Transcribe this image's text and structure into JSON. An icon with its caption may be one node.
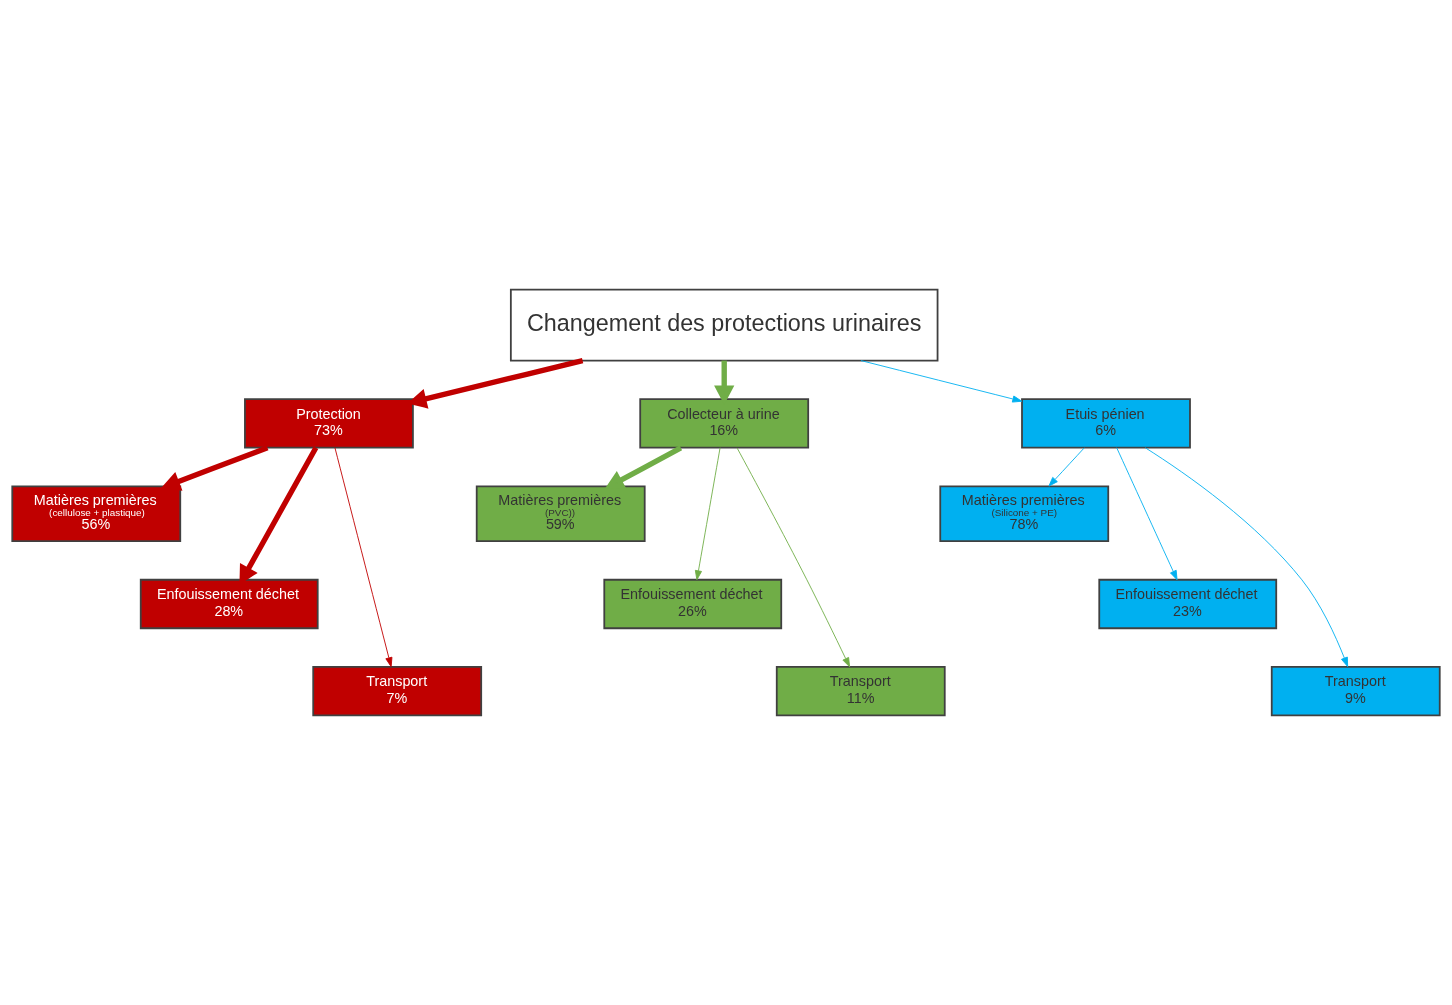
{
  "diagram": {
    "nodes": [
      {
        "text": [
          "Changement des protections urinaires"
        ]
      },
      {
        "text": [
          "Protection",
          "73%"
        ]
      },
      {
        "text": [
          "Collecteur à urine",
          "16%"
        ]
      },
      {
        "text": [
          "Etuis pénien",
          "6%"
        ]
      },
      {
        "text": [
          "Matières premières",
          "(cellulose + plastique)",
          "56%"
        ]
      },
      {
        "text": [
          "Enfouissement déchet",
          "28%"
        ]
      },
      {
        "text": [
          "Transport",
          "7%"
        ]
      },
      {
        "text": [
          "Matières premières",
          "(PVC))",
          "59%"
        ]
      },
      {
        "text": [
          "Enfouissement déchet",
          "26%"
        ]
      },
      {
        "text": [
          "Transport",
          "11%"
        ]
      },
      {
        "text": [
          "Matières premières",
          "(Silicone + PE)",
          "78%"
        ]
      },
      {
        "text": [
          "Enfouissement déchet",
          "23%"
        ]
      },
      {
        "text": [
          "Transport",
          "9%"
        ]
      }
    ],
    "edges": [
      {
        "from": 0,
        "to": 1,
        "arrow": "to",
        "style": "thick",
        "color": "#c00000"
      },
      {
        "from": 0,
        "to": 2,
        "arrow": "to",
        "style": "thick",
        "color": "#70ad47"
      },
      {
        "from": 0,
        "to": 3,
        "arrow": "to",
        "color": "#00b0f0"
      },
      {
        "from": 1,
        "to": 4,
        "arrow": "to",
        "style": "thick",
        "color": "#c00000"
      },
      {
        "from": 1,
        "to": 5,
        "arrow": "to",
        "style": "thick",
        "color": "#c00000"
      },
      {
        "from": 1,
        "to": 6,
        "arrow": "to",
        "color": "#c00000"
      },
      {
        "from": 2,
        "to": 7,
        "arrow": "to",
        "style": "thick",
        "color": "#70ad47"
      },
      {
        "from": 2,
        "to": 8,
        "arrow": "to",
        "color": "#70ad47"
      },
      {
        "from": 2,
        "to": 9,
        "arrow": "to",
        "color": "#70ad47"
      },
      {
        "from": 3,
        "to": 10,
        "arrow": "to",
        "color": "#00b0f0"
      },
      {
        "from": 3,
        "to": 11,
        "arrow": "to",
        "color": "#00b0f0"
      },
      {
        "from": 3,
        "to": 12,
        "arrow": "to",
        "color": "#00b0f0"
      }
    ]
  }
}
